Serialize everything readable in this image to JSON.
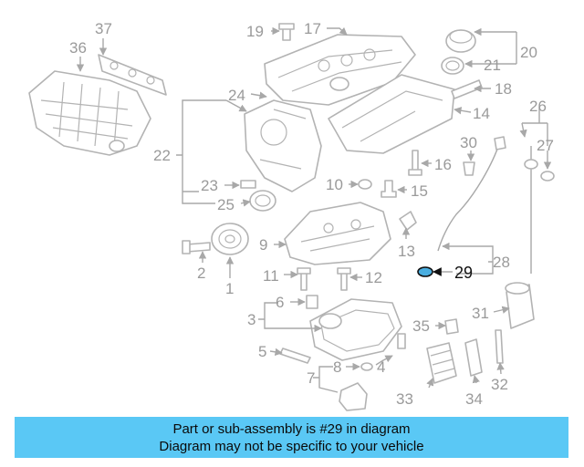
{
  "callouts": [
    "1",
    "2",
    "3",
    "4",
    "5",
    "6",
    "7",
    "8",
    "9",
    "10",
    "11",
    "12",
    "13",
    "14",
    "15",
    "16",
    "17",
    "18",
    "19",
    "20",
    "21",
    "22",
    "23",
    "24",
    "25",
    "26",
    "27",
    "28",
    "29",
    "30",
    "31",
    "32",
    "33",
    "34",
    "35",
    "36",
    "37"
  ],
  "highlighted_part": "29",
  "colors": {
    "banner": "#5ac8f5",
    "label": "#9a9a9a",
    "highlight": "#111111",
    "part_outline": "#b3b3b3",
    "highlight_fill": "#4aaee0"
  },
  "banner": {
    "line1": "Part or sub-assembly is #29 in diagram",
    "line2": "Diagram may not be specific to your vehicle"
  }
}
